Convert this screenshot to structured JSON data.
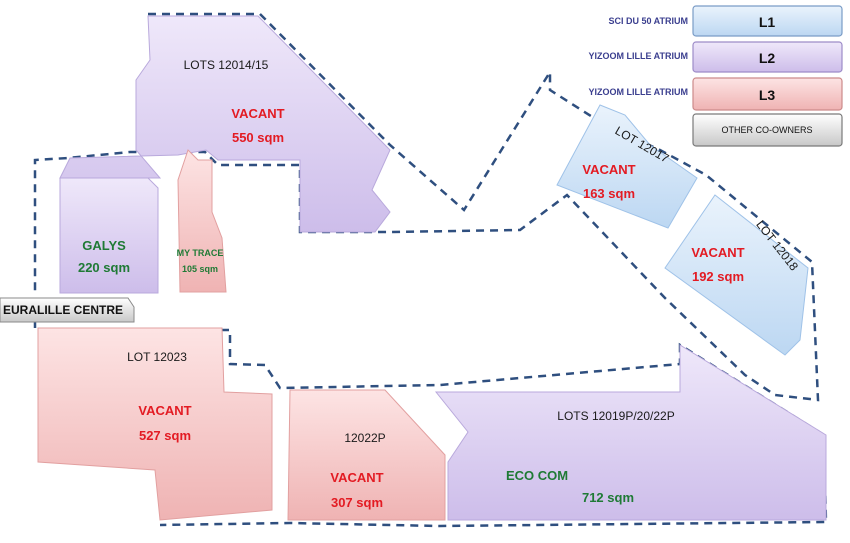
{
  "legend": {
    "items": [
      {
        "owner": "SCI DU 50 ATRIUM",
        "key": "L1",
        "color": "#cfe3f7"
      },
      {
        "owner": "YIZOOM LILLE  ATRIUM",
        "key": "L2",
        "color": "#dcd0f0"
      },
      {
        "owner": "YIZOOM LILLE  ATRIUM",
        "key": "L3",
        "color": "#f6c9c9"
      },
      {
        "owner": "",
        "key": "OTHER CO-OWNERS",
        "color": "#e6e6e6"
      }
    ]
  },
  "centre_label": "EURALILLE CENTRE",
  "lots": {
    "lots_12014": {
      "name": "LOTS 12014/15",
      "status": "VACANT",
      "area": "550 sqm"
    },
    "galys": {
      "tenant": "GALYS",
      "area": "220 sqm"
    },
    "my_trace": {
      "tenant": "MY TRACE",
      "area": "105 sqm"
    },
    "lot_12017": {
      "name": "LOT 12017",
      "status": "VACANT",
      "area": "163 sqm"
    },
    "lot_12018": {
      "name": "LOT 12018",
      "status": "VACANT",
      "area": "192 sqm"
    },
    "lot_12023": {
      "name": "LOT 12023",
      "status": "VACANT",
      "area": "527 sqm"
    },
    "lot_12022p": {
      "name": "12022P",
      "status": "VACANT",
      "area": "307 sqm"
    },
    "lots_12019p": {
      "name": "LOTS 12019P/20/22P",
      "tenant": "ECO COM",
      "area": "712 sqm"
    }
  },
  "colors": {
    "l1": "#cfe3f7",
    "l2": "#dcd0f0",
    "l3": "#f6c9c9",
    "outline": "#2f4f7f",
    "vacant_text": "#e31b23",
    "tenant_text": "#1f7a35"
  }
}
